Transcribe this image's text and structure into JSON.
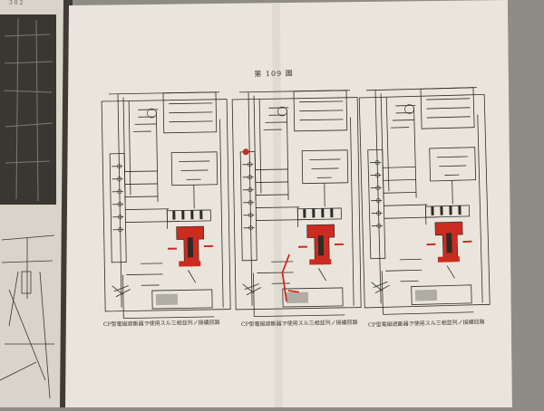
{
  "figure": {
    "title": "第 109 圖",
    "captions": [
      "CP型電磁遮斷器ヲ使用スル三相並列ノ接續回路",
      "CP型電磁遮斷器ヲ使用スル三相並列ノ接續回路",
      "CP型電磁遮斷器ヲ使用スル三相並列ノ接續回路"
    ]
  },
  "left_page": {
    "page_number": "3 0 2"
  },
  "colors": {
    "paper": "#e9e5dc",
    "ink": "#2e2b27",
    "red": "#cc2b1f",
    "background": "#8f8c86"
  },
  "icon_names": [
    "circuit-panel",
    "circuit-breaker-symbol",
    "red-breaker-highlight"
  ]
}
